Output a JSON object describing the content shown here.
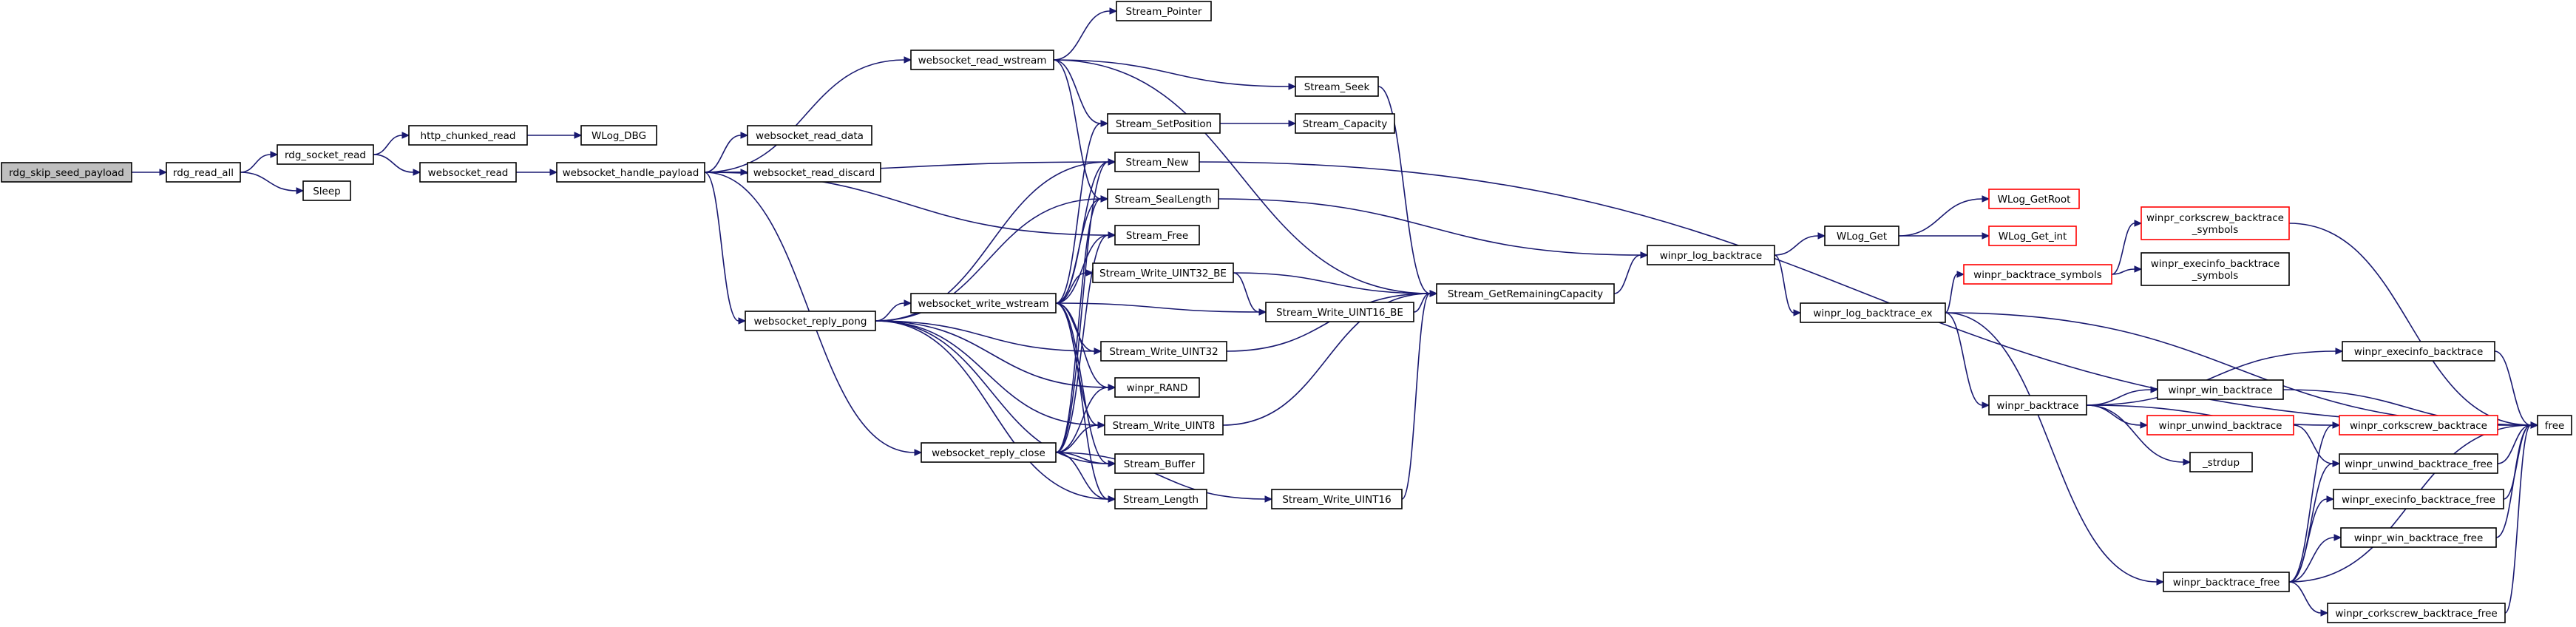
{
  "graph": {
    "nodes": [
      {
        "id": "rdg_skip_seed_payload",
        "lines": [
          "rdg_skip_seed_payload"
        ],
        "root": true
      },
      {
        "id": "rdg_read_all",
        "lines": [
          "rdg_read_all"
        ]
      },
      {
        "id": "rdg_socket_read",
        "lines": [
          "rdg_socket_read"
        ]
      },
      {
        "id": "Sleep",
        "lines": [
          "Sleep"
        ]
      },
      {
        "id": "http_chunked_read",
        "lines": [
          "http_chunked_read"
        ]
      },
      {
        "id": "websocket_read",
        "lines": [
          "websocket_read"
        ]
      },
      {
        "id": "WLog_DBG",
        "lines": [
          "WLog_DBG"
        ]
      },
      {
        "id": "websocket_handle_payload",
        "lines": [
          "websocket_handle_payload"
        ]
      },
      {
        "id": "websocket_read_wstream",
        "lines": [
          "websocket_read_wstream"
        ]
      },
      {
        "id": "websocket_read_data",
        "lines": [
          "websocket_read_data"
        ]
      },
      {
        "id": "websocket_read_discard",
        "lines": [
          "websocket_read_discard"
        ]
      },
      {
        "id": "websocket_reply_pong",
        "lines": [
          "websocket_reply_pong"
        ]
      },
      {
        "id": "websocket_write_wstream",
        "lines": [
          "websocket_write_wstream"
        ]
      },
      {
        "id": "websocket_reply_close",
        "lines": [
          "websocket_reply_close"
        ]
      },
      {
        "id": "Stream_Pointer",
        "lines": [
          "Stream_Pointer"
        ]
      },
      {
        "id": "Stream_SetPosition",
        "lines": [
          "Stream_SetPosition"
        ]
      },
      {
        "id": "Stream_New",
        "lines": [
          "Stream_New"
        ]
      },
      {
        "id": "Stream_SealLength",
        "lines": [
          "Stream_SealLength"
        ]
      },
      {
        "id": "Stream_Free",
        "lines": [
          "Stream_Free"
        ]
      },
      {
        "id": "Stream_Write_UINT32_BE",
        "lines": [
          "Stream_Write_UINT32_BE"
        ]
      },
      {
        "id": "Stream_Write_UINT32",
        "lines": [
          "Stream_Write_UINT32"
        ]
      },
      {
        "id": "winpr_RAND",
        "lines": [
          "winpr_RAND"
        ]
      },
      {
        "id": "Stream_Write_UINT8",
        "lines": [
          "Stream_Write_UINT8"
        ]
      },
      {
        "id": "Stream_Buffer",
        "lines": [
          "Stream_Buffer"
        ]
      },
      {
        "id": "Stream_Length",
        "lines": [
          "Stream_Length"
        ]
      },
      {
        "id": "Stream_Seek",
        "lines": [
          "Stream_Seek"
        ]
      },
      {
        "id": "Stream_Capacity",
        "lines": [
          "Stream_Capacity"
        ]
      },
      {
        "id": "Stream_Write_UINT16_BE",
        "lines": [
          "Stream_Write_UINT16_BE"
        ]
      },
      {
        "id": "Stream_Write_UINT16",
        "lines": [
          "Stream_Write_UINT16"
        ]
      },
      {
        "id": "Stream_GetRemainingCapacity",
        "lines": [
          "Stream_GetRemainingCapacity"
        ]
      },
      {
        "id": "winpr_log_backtrace",
        "lines": [
          "winpr_log_backtrace"
        ]
      },
      {
        "id": "WLog_Get",
        "lines": [
          "WLog_Get"
        ]
      },
      {
        "id": "winpr_log_backtrace_ex",
        "lines": [
          "winpr_log_backtrace_ex"
        ]
      },
      {
        "id": "WLog_GetRoot",
        "lines": [
          "WLog_GetRoot"
        ],
        "red": true
      },
      {
        "id": "WLog_Get_int",
        "lines": [
          "WLog_Get_int"
        ],
        "red": true
      },
      {
        "id": "winpr_backtrace_symbols",
        "lines": [
          "winpr_backtrace_symbols"
        ],
        "red": true
      },
      {
        "id": "winpr_backtrace",
        "lines": [
          "winpr_backtrace"
        ]
      },
      {
        "id": "winpr_backtrace_free",
        "lines": [
          "winpr_backtrace_free"
        ]
      },
      {
        "id": "winpr_corkscrew_backtrace_symbols",
        "lines": [
          "winpr_corkscrew_backtrace",
          "_symbols"
        ],
        "red": true
      },
      {
        "id": "winpr_execinfo_backtrace_symbols",
        "lines": [
          "winpr_execinfo_backtrace",
          "_symbols"
        ]
      },
      {
        "id": "winpr_execinfo_backtrace",
        "lines": [
          "winpr_execinfo_backtrace"
        ]
      },
      {
        "id": "winpr_win_backtrace",
        "lines": [
          "winpr_win_backtrace"
        ]
      },
      {
        "id": "winpr_unwind_backtrace",
        "lines": [
          "winpr_unwind_backtrace"
        ],
        "red": true
      },
      {
        "id": "_strdup",
        "lines": [
          "_strdup"
        ]
      },
      {
        "id": "winpr_corkscrew_backtrace",
        "lines": [
          "winpr_corkscrew_backtrace"
        ],
        "red": true
      },
      {
        "id": "winpr_unwind_backtrace_free",
        "lines": [
          "winpr_unwind_backtrace_free"
        ]
      },
      {
        "id": "winpr_execinfo_backtrace_free",
        "lines": [
          "winpr_execinfo_backtrace_free"
        ]
      },
      {
        "id": "winpr_win_backtrace_free",
        "lines": [
          "winpr_win_backtrace_free"
        ]
      },
      {
        "id": "winpr_corkscrew_backtrace_free",
        "lines": [
          "winpr_corkscrew_backtrace_free"
        ]
      },
      {
        "id": "free",
        "lines": [
          "free"
        ]
      }
    ],
    "edges": [
      [
        "rdg_skip_seed_payload",
        "rdg_read_all"
      ],
      [
        "rdg_read_all",
        "rdg_socket_read"
      ],
      [
        "rdg_read_all",
        "Sleep"
      ],
      [
        "rdg_socket_read",
        "http_chunked_read"
      ],
      [
        "rdg_socket_read",
        "websocket_read"
      ],
      [
        "http_chunked_read",
        "WLog_DBG"
      ],
      [
        "websocket_read",
        "websocket_handle_payload"
      ],
      [
        "websocket_handle_payload",
        "websocket_read_wstream"
      ],
      [
        "websocket_handle_payload",
        "websocket_read_data"
      ],
      [
        "websocket_handle_payload",
        "websocket_read_discard"
      ],
      [
        "websocket_handle_payload",
        "websocket_reply_pong"
      ],
      [
        "websocket_handle_payload",
        "websocket_reply_close"
      ],
      [
        "websocket_handle_payload",
        "Stream_New"
      ],
      [
        "websocket_handle_payload",
        "Stream_Free"
      ],
      [
        "websocket_read_wstream",
        "Stream_Pointer"
      ],
      [
        "websocket_read_wstream",
        "Stream_SetPosition"
      ],
      [
        "websocket_read_wstream",
        "Stream_Seek"
      ],
      [
        "websocket_read_wstream",
        "Stream_SealLength"
      ],
      [
        "websocket_read_wstream",
        "Stream_GetRemainingCapacity"
      ],
      [
        "websocket_reply_pong",
        "websocket_write_wstream"
      ],
      [
        "websocket_reply_pong",
        "Stream_New"
      ],
      [
        "websocket_reply_pong",
        "Stream_SealLength"
      ],
      [
        "websocket_reply_pong",
        "Stream_Write_UINT32"
      ],
      [
        "websocket_reply_pong",
        "winpr_RAND"
      ],
      [
        "websocket_reply_pong",
        "Stream_Write_UINT8"
      ],
      [
        "websocket_reply_pong",
        "Stream_Buffer"
      ],
      [
        "websocket_reply_pong",
        "Stream_Length"
      ],
      [
        "websocket_write_wstream",
        "Stream_SetPosition"
      ],
      [
        "websocket_write_wstream",
        "Stream_New"
      ],
      [
        "websocket_write_wstream",
        "Stream_SealLength"
      ],
      [
        "websocket_write_wstream",
        "Stream_Free"
      ],
      [
        "websocket_write_wstream",
        "Stream_Write_UINT32_BE"
      ],
      [
        "websocket_write_wstream",
        "Stream_Write_UINT16_BE"
      ],
      [
        "websocket_write_wstream",
        "Stream_Write_UINT32"
      ],
      [
        "websocket_write_wstream",
        "winpr_RAND"
      ],
      [
        "websocket_write_wstream",
        "Stream_Write_UINT8"
      ],
      [
        "websocket_write_wstream",
        "Stream_Buffer"
      ],
      [
        "websocket_write_wstream",
        "Stream_Length"
      ],
      [
        "websocket_reply_close",
        "Stream_New"
      ],
      [
        "websocket_reply_close",
        "Stream_SealLength"
      ],
      [
        "websocket_reply_close",
        "Stream_Free"
      ],
      [
        "websocket_reply_close",
        "winpr_RAND"
      ],
      [
        "websocket_reply_close",
        "Stream_Write_UINT8"
      ],
      [
        "websocket_reply_close",
        "Stream_Buffer"
      ],
      [
        "websocket_reply_close",
        "Stream_Length"
      ],
      [
        "websocket_reply_close",
        "Stream_Write_UINT16"
      ],
      [
        "Stream_SetPosition",
        "Stream_Capacity"
      ],
      [
        "Stream_Seek",
        "Stream_GetRemainingCapacity"
      ],
      [
        "Stream_SealLength",
        "winpr_log_backtrace"
      ],
      [
        "Stream_New",
        "free"
      ],
      [
        "Stream_Write_UINT32_BE",
        "Stream_GetRemainingCapacity"
      ],
      [
        "Stream_Write_UINT32_BE",
        "Stream_Write_UINT16_BE"
      ],
      [
        "Stream_Write_UINT16_BE",
        "Stream_GetRemainingCapacity"
      ],
      [
        "Stream_Write_UINT32",
        "Stream_GetRemainingCapacity"
      ],
      [
        "Stream_Write_UINT8",
        "Stream_GetRemainingCapacity"
      ],
      [
        "Stream_Write_UINT16",
        "Stream_GetRemainingCapacity"
      ],
      [
        "Stream_GetRemainingCapacity",
        "winpr_log_backtrace"
      ],
      [
        "winpr_log_backtrace",
        "WLog_Get"
      ],
      [
        "winpr_log_backtrace",
        "winpr_log_backtrace_ex"
      ],
      [
        "WLog_Get",
        "WLog_GetRoot"
      ],
      [
        "WLog_Get",
        "WLog_Get_int"
      ],
      [
        "winpr_log_backtrace_ex",
        "winpr_backtrace_symbols"
      ],
      [
        "winpr_log_backtrace_ex",
        "winpr_backtrace"
      ],
      [
        "winpr_log_backtrace_ex",
        "winpr_backtrace_free"
      ],
      [
        "winpr_log_backtrace_ex",
        "free"
      ],
      [
        "winpr_backtrace_symbols",
        "winpr_corkscrew_backtrace_symbols"
      ],
      [
        "winpr_backtrace_symbols",
        "winpr_execinfo_backtrace_symbols"
      ],
      [
        "winpr_corkscrew_backtrace_symbols",
        "free"
      ],
      [
        "winpr_backtrace",
        "winpr_execinfo_backtrace"
      ],
      [
        "winpr_backtrace",
        "winpr_win_backtrace"
      ],
      [
        "winpr_backtrace",
        "winpr_unwind_backtrace"
      ],
      [
        "winpr_backtrace",
        "_strdup"
      ],
      [
        "winpr_backtrace",
        "winpr_corkscrew_backtrace"
      ],
      [
        "winpr_execinfo_backtrace",
        "free"
      ],
      [
        "winpr_win_backtrace",
        "free"
      ],
      [
        "winpr_unwind_backtrace",
        "winpr_unwind_backtrace_free"
      ],
      [
        "winpr_corkscrew_backtrace",
        "free"
      ],
      [
        "winpr_backtrace_free",
        "winpr_corkscrew_backtrace"
      ],
      [
        "winpr_backtrace_free",
        "winpr_unwind_backtrace_free"
      ],
      [
        "winpr_backtrace_free",
        "winpr_execinfo_backtrace_free"
      ],
      [
        "winpr_backtrace_free",
        "winpr_win_backtrace_free"
      ],
      [
        "winpr_backtrace_free",
        "winpr_corkscrew_backtrace_free"
      ],
      [
        "winpr_backtrace_free",
        "free"
      ],
      [
        "winpr_unwind_backtrace_free",
        "free"
      ],
      [
        "winpr_execinfo_backtrace_free",
        "free"
      ],
      [
        "winpr_win_backtrace_free",
        "free"
      ],
      [
        "winpr_corkscrew_backtrace_free",
        "free"
      ]
    ]
  }
}
